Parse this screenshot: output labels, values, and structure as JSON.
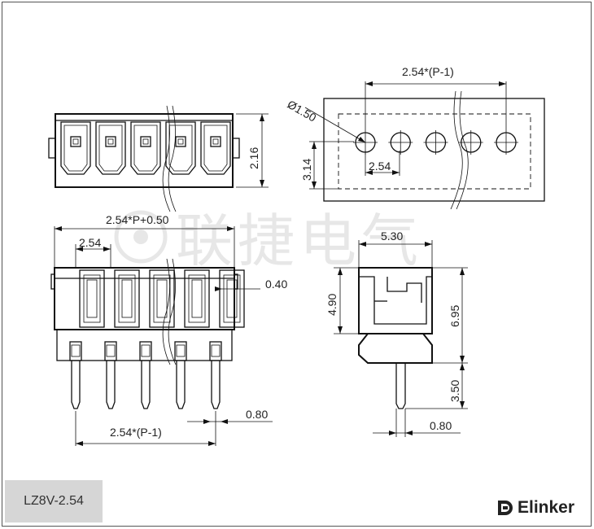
{
  "model": "LZ8V-2.54",
  "brand": {
    "name": "Elinker"
  },
  "watermark": {
    "text": "联捷电气"
  },
  "dimensions": {
    "pitch_span_top": "2.54*(P-1)",
    "hole_dia": "Ø1.50",
    "hole_pitch": "2.54",
    "hole_offset": "3.14",
    "top_height": "2.16",
    "overall_length": "2.54*P+0.50",
    "pitch": "2.54",
    "wall": "0.40",
    "pin_span": "2.54*(P-1)",
    "pin_width_front": "0.80",
    "side_width": "5.30",
    "body_height": "4.90",
    "total_height": "6.95",
    "pin_length": "3.50",
    "pin_width_side": "0.80"
  },
  "pin_count": 5
}
